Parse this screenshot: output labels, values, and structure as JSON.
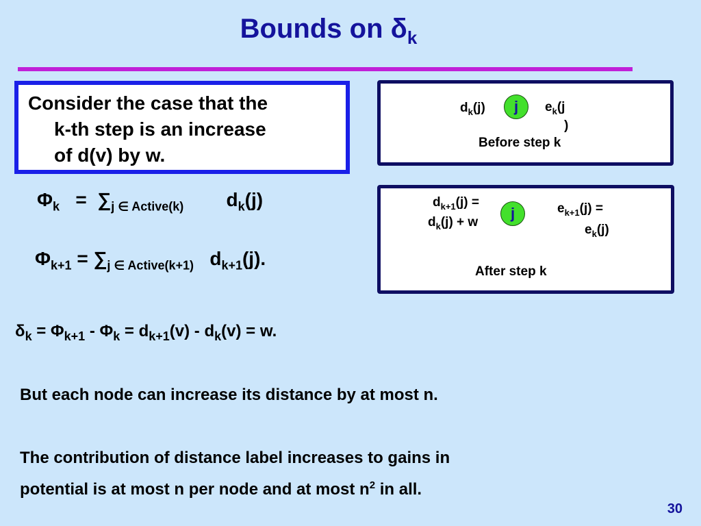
{
  "slide": {
    "title_main": "Bounds on δ",
    "title_sub": "k",
    "page_number": "30"
  },
  "case_box": {
    "line1": "Consider the case that the",
    "line2": "k-th step is an increase",
    "line3": "of d(v) by w."
  },
  "before_diagram": {
    "left_main": "d",
    "left_sub": "k",
    "left_tail": "(j)",
    "node_label": "j",
    "right_main": "e",
    "right_sub": "k",
    "right_tail": "(j",
    "right_tail2": ")",
    "caption": "Before step k"
  },
  "after_diagram": {
    "left_a_main": "d",
    "left_a_sub": "k+1",
    "left_a_tail": "(j) =",
    "left_b_main": "d",
    "left_b_sub": "k",
    "left_b_tail": "(j) + w",
    "node_label": "j",
    "right_a_main": "e",
    "right_a_sub": "k+1",
    "right_a_tail": "(j) =",
    "right_b_main": "e",
    "right_b_sub": "k",
    "right_b_tail": "(j)",
    "caption": "After step  k"
  },
  "equations": {
    "phi_k": {
      "lhs": "Φ",
      "lhs_sub": "k",
      "eq": "=",
      "sum": "∑",
      "sum_sub": "j ∈ Active(k)",
      "term": "d",
      "term_sub": "k",
      "term_tail": "(j)"
    },
    "phi_k1": {
      "lhs": "Φ",
      "lhs_sub": "k+1",
      "eq": "=",
      "sum": "∑",
      "sum_sub": "j ∈ Active(k+1)",
      "term": "d",
      "term_sub": "k+1",
      "term_tail": "(j)."
    },
    "delta": {
      "d": "δ",
      "d_sub": "k",
      "p1": " = Φ",
      "p1_sub": "k+1",
      "p2": " - Φ",
      "p2_sub": "k",
      "p3": "  =  d",
      "p3_sub": "k+1",
      "p4": "(v) - d",
      "p4_sub": "k",
      "p5": "(v) = w."
    }
  },
  "statements": {
    "line1": "But each node can increase its distance by at most n.",
    "line2": "The contribution of distance label increases to gains in",
    "line3_pre": "potential is at most n per node and at most n",
    "line3_sup": "2",
    "line3_post": " in all."
  }
}
